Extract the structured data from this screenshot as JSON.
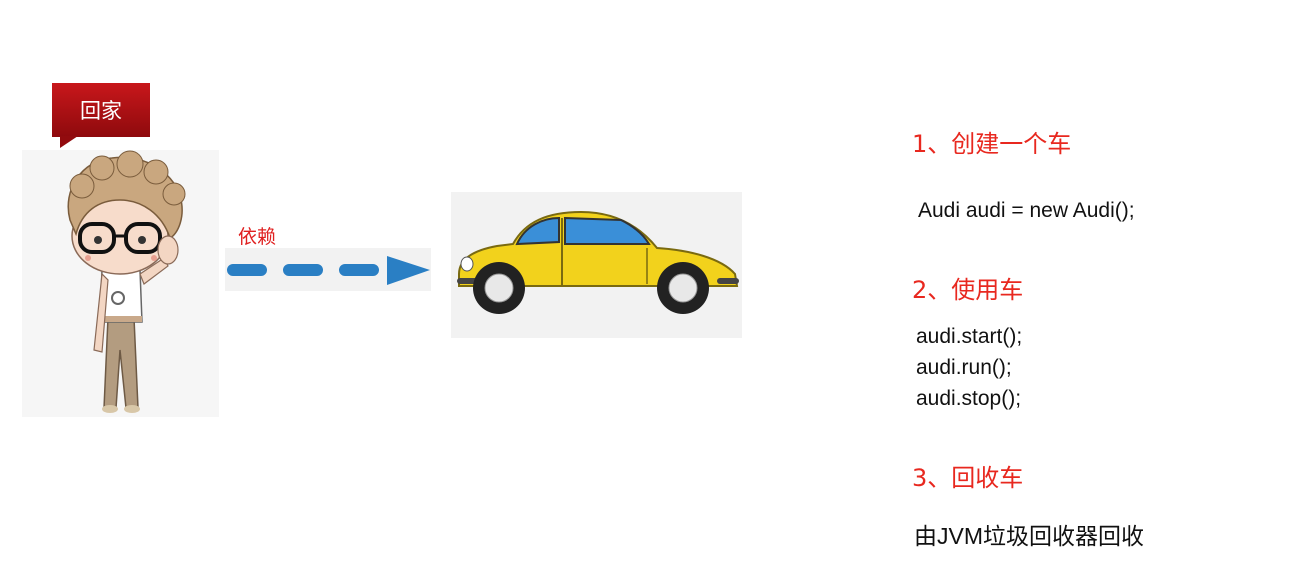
{
  "bubble": {
    "text": "回家"
  },
  "arrow": {
    "label": "依赖"
  },
  "steps": [
    {
      "title": "1、创建一个车",
      "lines": [
        "Audi  audi = new Audi();"
      ]
    },
    {
      "title": "2、使用车",
      "lines": [
        "audi.start();",
        "audi.run();",
        "audi.stop();"
      ]
    },
    {
      "title": "3、回收车",
      "lines": [
        "由JVM垃圾回收器回收"
      ]
    }
  ],
  "colors": {
    "bubble": "#b51418",
    "step_title": "#e8281f",
    "arrow": "#2a7fc4",
    "car_body": "#f2d21c"
  }
}
